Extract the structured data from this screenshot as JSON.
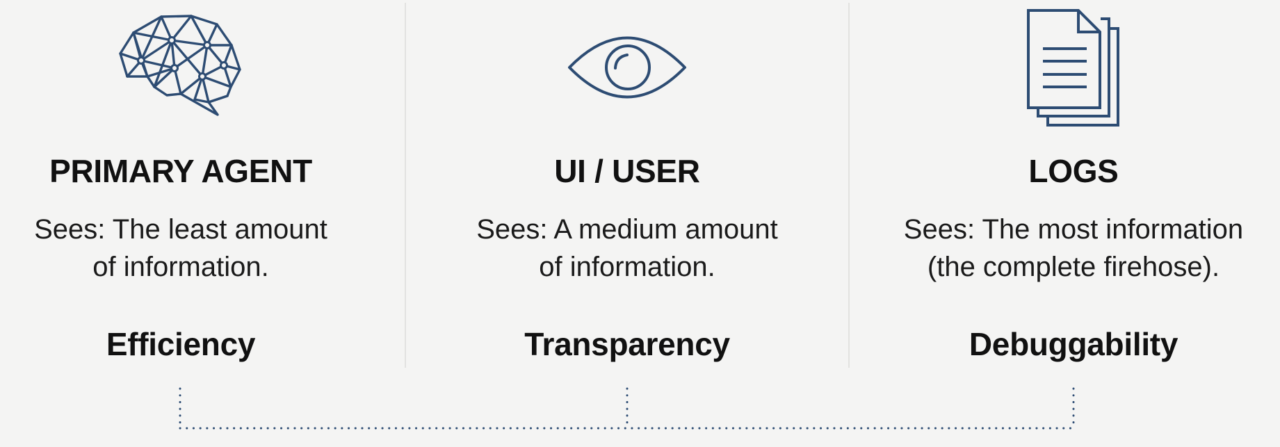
{
  "colors": {
    "background": "#f4f4f3",
    "icon_stroke": "#2d4c73",
    "text": "#111111",
    "divider": "#e2e2e0",
    "bracket_dots": "#2d4c73"
  },
  "columns": [
    {
      "icon": "brain-network-icon",
      "heading": "PRIMARY AGENT",
      "description_lines": [
        "Sees: The least amount",
        "of information."
      ],
      "value": "Efficiency"
    },
    {
      "icon": "eye-icon",
      "heading": "UI / USER",
      "description_lines": [
        "Sees: A medium amount",
        "of information."
      ],
      "value": "Transparency"
    },
    {
      "icon": "documents-stack-icon",
      "heading": "LOGS",
      "description_lines": [
        "Sees: The most information",
        "(the complete firehose)."
      ],
      "value": "Debuggability"
    }
  ],
  "connector": {
    "style": "dotted-bracket",
    "joins": [
      "PRIMARY AGENT",
      "UI / USER",
      "LOGS"
    ]
  }
}
